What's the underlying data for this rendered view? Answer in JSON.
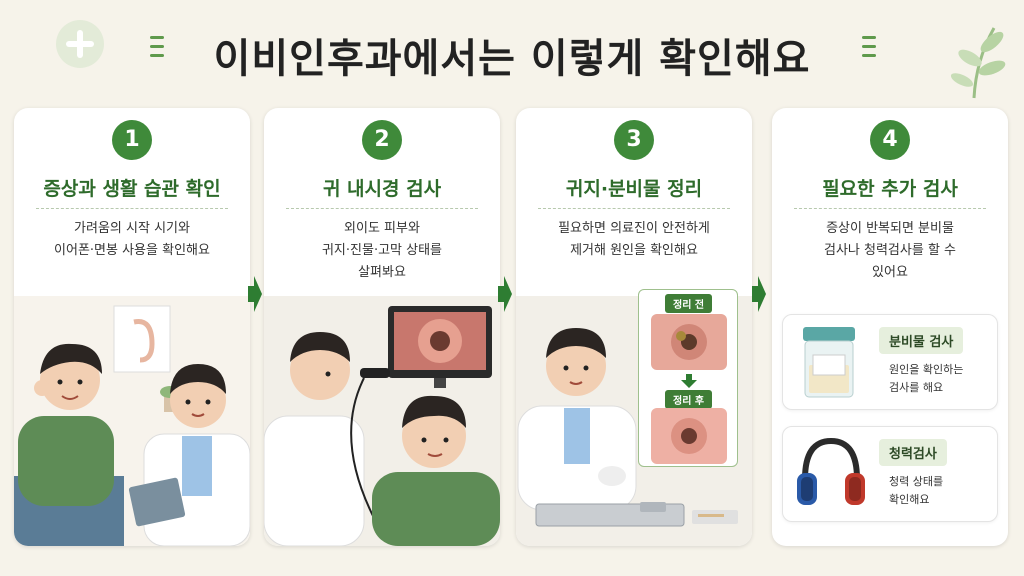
{
  "title": "이비인후과에서는 이렇게 확인해요",
  "accent_color": "#3f8a3a",
  "steps": [
    {
      "number": "1",
      "title": "증상과 생활 습관 확인",
      "desc": [
        "가려움의 시작 시기와",
        "이어폰·면봉 사용을 확인해요"
      ]
    },
    {
      "number": "2",
      "title": "귀 내시경 검사",
      "desc": [
        "외이도 피부와",
        "귀지·진물·고막 상태를",
        "살펴봐요"
      ]
    },
    {
      "number": "3",
      "title": "귀지·분비물 정리",
      "desc": [
        "필요하면 의료진이 안전하게",
        "제거해 원인을 확인해요"
      ],
      "before_label": "정리 전",
      "after_label": "정리 후"
    },
    {
      "number": "4",
      "title": "필요한 추가 검사",
      "desc": [
        "증상이 반복되면 분비물",
        "검사나 청력검사를 할 수",
        "있어요"
      ],
      "tests": [
        {
          "name": "분비물 검사",
          "desc": [
            "원인을 확인하는",
            "검사를 해요"
          ]
        },
        {
          "name": "청력검사",
          "desc": [
            "청력 상태를",
            "확인해요"
          ]
        }
      ]
    }
  ]
}
